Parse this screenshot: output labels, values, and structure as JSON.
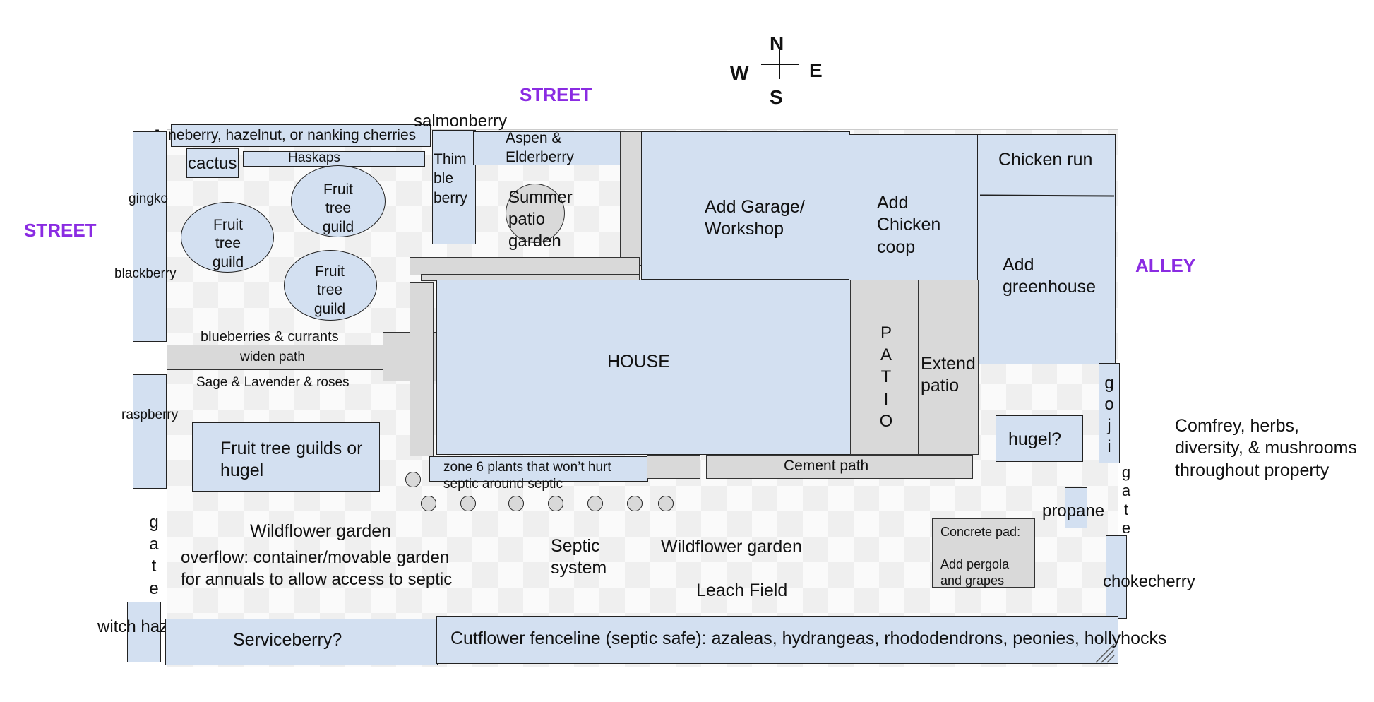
{
  "directions": {
    "n": "N",
    "s": "S",
    "e": "E",
    "w": "W"
  },
  "edges": {
    "street_top": "STREET",
    "street_left": "STREET",
    "alley": "ALLEY"
  },
  "plots": {
    "juneberry": "Juneberry, hazelnut, or nanking cherries",
    "salmonberry": "salmonberry",
    "cactus": "cactus",
    "haskaps": "Haskaps",
    "thimbleberry": "Thim ble berry",
    "aspen": "Aspen & Elderberry",
    "summer_patio": "Summer patio garden",
    "gingko": "gingko",
    "blackberry": "blackberry",
    "fruit_guild": "Fruit tree guild",
    "blueberries": "blueberries & currants",
    "widen_path": "widen path",
    "sage": "Sage & Lavender & roses",
    "raspberry": "raspberry",
    "fruit_guilds_hugel": "Fruit tree guilds or hugel",
    "garage": "Add Garage/ Workshop",
    "chicken_coop": "Add Chicken coop",
    "chicken_run": "Chicken run",
    "greenhouse": "Add greenhouse",
    "house": "HOUSE",
    "patio": "PATIO",
    "extend_patio": "Extend patio",
    "goji": "goji",
    "hugel": "hugel?",
    "comfrey": "Comfrey, herbs, diversity, & mushrooms throughout property",
    "zone6": "zone 6 plants that won’t hurt septic around septic",
    "cement_path": "Cement path",
    "gate": "gate",
    "propane": "propane",
    "concrete_pad": "Concrete pad:",
    "pergola": "Add pergola and grapes",
    "wildflower_left": "Wildflower garden",
    "overflow": "overflow: container/movable garden for annuals to allow access to septic",
    "septic": "Septic system",
    "wildflower_mid": "Wildflower garden",
    "leach": "Leach Field",
    "chokecherry": "chokecherry",
    "witch_hazel": "witch hazel",
    "serviceberry": "Serviceberry?",
    "cutflower": "Cutflower fenceline (septic safe): azaleas, hydrangeas, rhododendrons, peonies,  hollyhocks"
  }
}
